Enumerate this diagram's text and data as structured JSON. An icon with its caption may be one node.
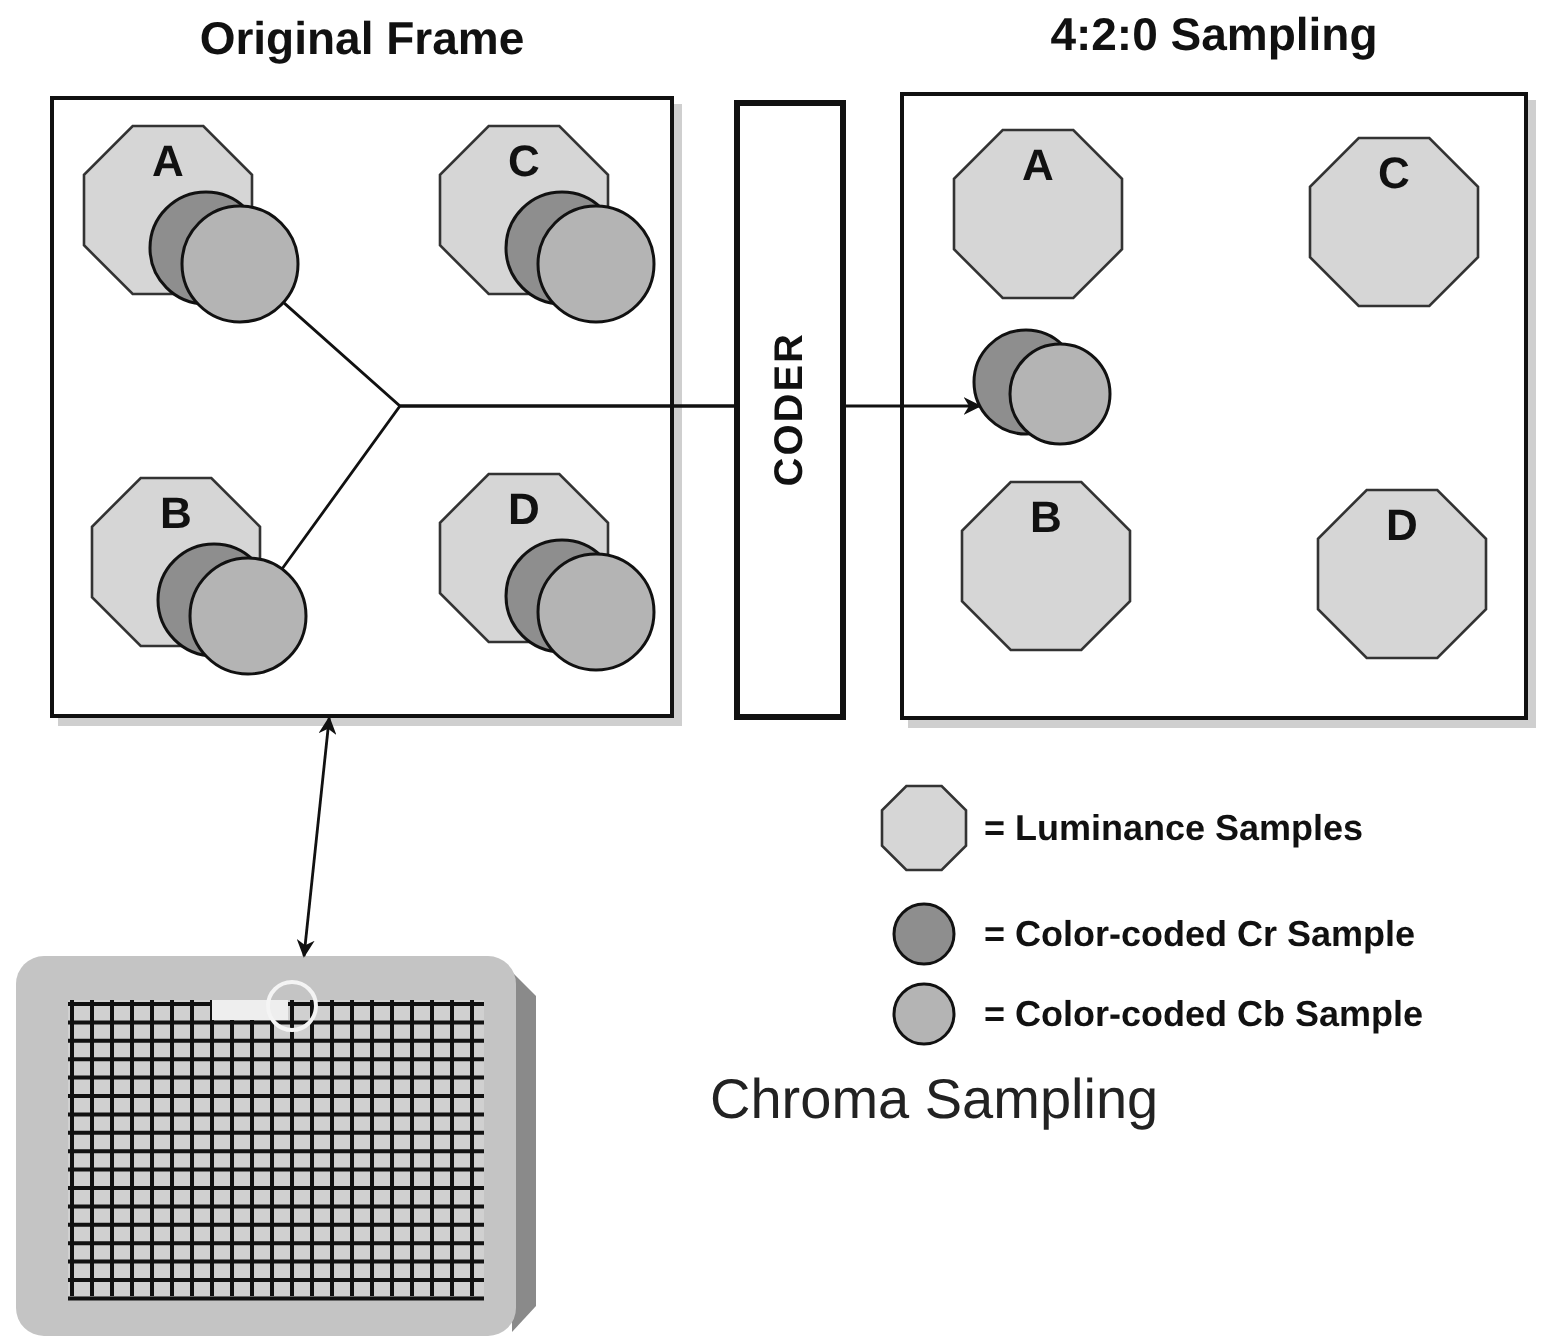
{
  "diagram": {
    "caption": "Chroma Sampling",
    "nodes": [
      {
        "text": [
          "Original Frame"
        ]
      },
      {
        "text": [
          "A"
        ],
        "in": 0
      },
      {
        "text": [
          "C"
        ],
        "in": 0
      },
      {
        "text": [
          "B"
        ],
        "in": 0
      },
      {
        "text": [
          "D"
        ],
        "in": 0
      },
      {
        "text": [
          "CODER"
        ]
      },
      {
        "text": [
          "4:2:0 Sampling"
        ]
      },
      {
        "text": [
          "A"
        ],
        "in": 6
      },
      {
        "text": [
          "C"
        ],
        "in": 6
      },
      {
        "text": [
          "B"
        ],
        "in": 6
      },
      {
        "text": [
          "D"
        ],
        "in": 6
      },
      {
        "text": [],
        "shape": "circle",
        "in": 6
      },
      {
        "text": [],
        "shape": "picture"
      }
    ],
    "edges": [
      {
        "from": 1,
        "to": 5,
        "arrow": "none"
      },
      {
        "from": 3,
        "to": 5,
        "arrow": "none"
      },
      {
        "from": 5,
        "to": 11,
        "arrow": "to"
      },
      {
        "from": 0,
        "to": 12,
        "arrow": "both"
      }
    ],
    "legend": [
      {
        "text": "= Luminance Samples"
      },
      {
        "text": "= Color-coded Cr Sample",
        "color": "#8e8e8e"
      },
      {
        "text": "= Color-coded Cb Sample",
        "color": "#b4b4b4"
      }
    ]
  }
}
